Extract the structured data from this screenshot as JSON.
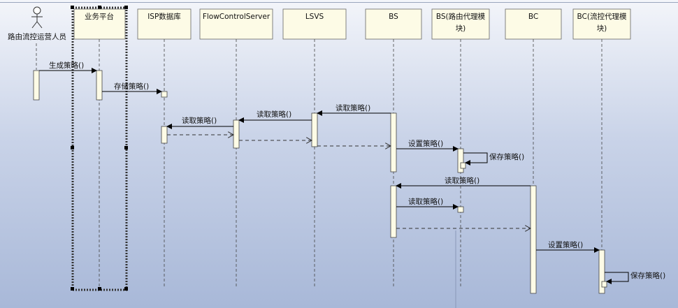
{
  "actor": {
    "label": "路由流控运营人员",
    "icon": "stick-figure-icon"
  },
  "lifelines": [
    {
      "id": "platform",
      "lines": [
        "业务平台"
      ],
      "selected": true
    },
    {
      "id": "isp",
      "lines": [
        "ISP数据库"
      ]
    },
    {
      "id": "fcs",
      "lines": [
        "FlowControlServer"
      ]
    },
    {
      "id": "lsvs",
      "lines": [
        "LSVS"
      ]
    },
    {
      "id": "bs",
      "lines": [
        "BS"
      ]
    },
    {
      "id": "bs-proxy",
      "lines": [
        "BS(路由代理模",
        "块)"
      ]
    },
    {
      "id": "bc",
      "lines": [
        "BC"
      ]
    },
    {
      "id": "bc-proxy",
      "lines": [
        "BC(流控代理模",
        "块)"
      ]
    }
  ],
  "messages": [
    {
      "id": "gen-policy",
      "label": "生成策略()"
    },
    {
      "id": "store-policy",
      "label": "存储策略()"
    },
    {
      "id": "bs-read-lsvs",
      "label": "读取策略()"
    },
    {
      "id": "lsvs-read-fcs",
      "label": "读取策略()"
    },
    {
      "id": "fcs-read-isp",
      "label": "读取策略()"
    },
    {
      "id": "bs-set-proxy",
      "label": "设置策略()"
    },
    {
      "id": "bs-proxy-save",
      "label": "保存策略()"
    },
    {
      "id": "bc-read-bs",
      "label": "读取策略()"
    },
    {
      "id": "bs-read-proxy",
      "label": "读取策略()"
    },
    {
      "id": "bc-set-proxy",
      "label": "设置策略()"
    },
    {
      "id": "bc-proxy-save",
      "label": "保存策略()"
    }
  ],
  "colors": {
    "header_fill": "#fdfbe6",
    "activation_fill": "#fdfbe6",
    "line": "#000000",
    "selection": "#000000"
  }
}
